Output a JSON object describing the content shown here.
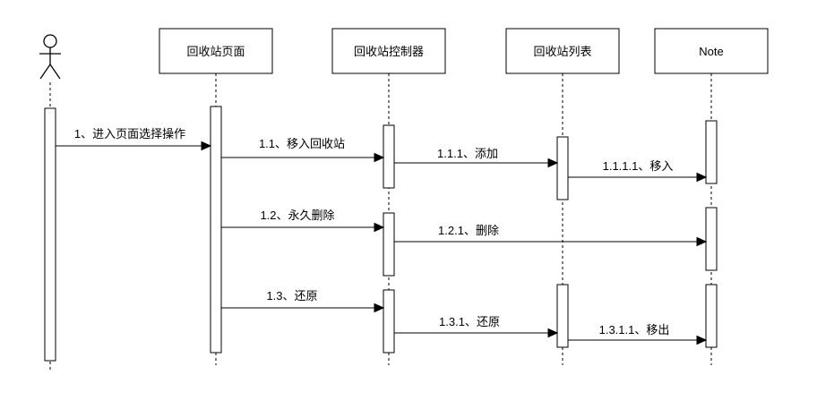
{
  "participants": {
    "actor": {
      "icon": "stick-figure-actor-icon"
    },
    "page": "回收站页面",
    "controller": "回收站控制器",
    "list": "回收站列表",
    "note": "Note"
  },
  "messages": {
    "m1": "1、进入页面选择操作",
    "m11": "1.1、移入回收站",
    "m111": "1.1.1、添加",
    "m1111": "1.1.1.1、移入",
    "m12": "1.2、永久删除",
    "m121": "1.2.1、删除",
    "m13": "1.3、还原",
    "m131": "1.3.1、还原",
    "m1311": "1.3.1.1、移出"
  }
}
